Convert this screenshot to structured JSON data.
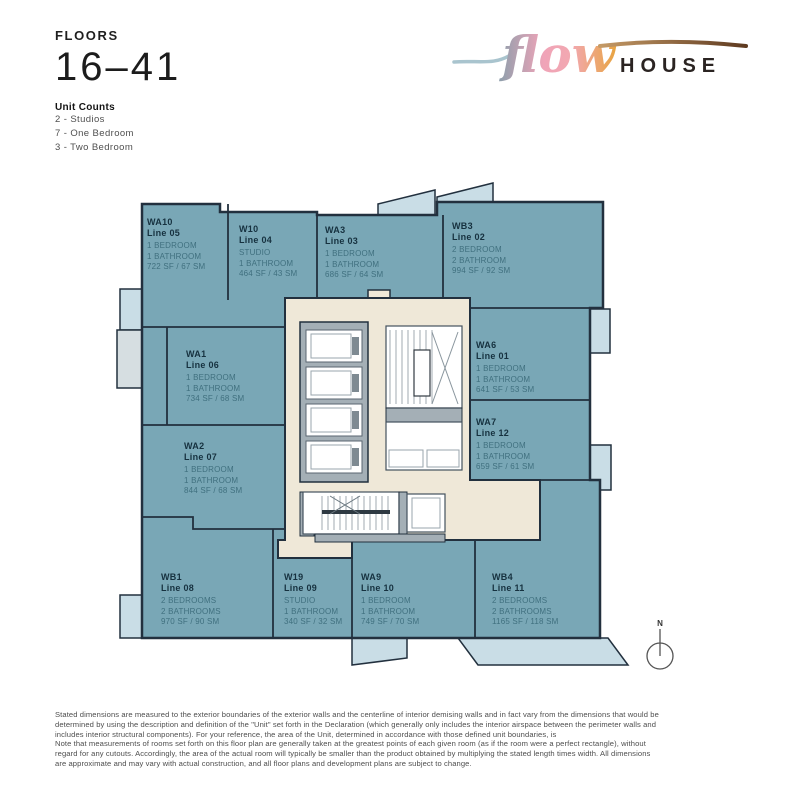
{
  "header": {
    "floors_label": "FLOORS",
    "floors_range": "16–41",
    "unit_counts_title": "Unit Counts",
    "unit_counts": [
      "2 - Studios",
      "7 - One Bedroom",
      "3 - Two Bedroom"
    ]
  },
  "logo": {
    "script": "flow",
    "word": "HOUSE"
  },
  "units": [
    {
      "id": "WA10",
      "line": "Line 05",
      "specs": [
        "1 BEDROOM",
        "1 BATHROOM",
        "722 SF / 67 SM"
      ]
    },
    {
      "id": "W10",
      "line": "Line 04",
      "specs": [
        "STUDIO",
        "1 BATHROOM",
        "464 SF / 43 SM"
      ]
    },
    {
      "id": "WA3",
      "line": "Line 03",
      "specs": [
        "1 BEDROOM",
        "1 BATHROOM",
        "686 SF / 64 SM"
      ]
    },
    {
      "id": "WB3",
      "line": "Line 02",
      "specs": [
        "2 BEDROOM",
        "2 BATHROOM",
        "994 SF / 92 SM"
      ]
    },
    {
      "id": "WA1",
      "line": "Line 06",
      "specs": [
        "1 BEDROOM",
        "1 BATHROOM",
        "734 SF / 68 SM"
      ]
    },
    {
      "id": "WA6",
      "line": "Line 01",
      "specs": [
        "1 BEDROOM",
        "1 BATHROOM",
        "641 SF / 53 SM"
      ]
    },
    {
      "id": "WA7",
      "line": "Line 12",
      "specs": [
        "1 BEDROOM",
        "1 BATHROOM",
        "659 SF / 61 SM"
      ]
    },
    {
      "id": "WA2",
      "line": "Line 07",
      "specs": [
        "1 BEDROOM",
        "1 BATHROOM",
        "844 SF / 68 SM"
      ]
    },
    {
      "id": "WB1",
      "line": "Line 08",
      "specs": [
        "2 BEDROOMS",
        "2 BATHROOMS",
        "970 SF / 90 SM"
      ]
    },
    {
      "id": "W19",
      "line": "Line 09",
      "specs": [
        "STUDIO",
        "1 BATHROOM",
        "340 SF / 32 SM"
      ]
    },
    {
      "id": "WA9",
      "line": "Line 10",
      "specs": [
        "1 BEDROOM",
        "1 BATHROOM",
        "749 SF / 70 SM"
      ]
    },
    {
      "id": "WB4",
      "line": "Line 11",
      "specs": [
        "2 BEDROOMS",
        "2 BATHROOMS",
        "1165 SF / 118 SM"
      ]
    }
  ],
  "compass": {
    "label": "N"
  },
  "disclaimer": [
    "Stated dimensions are measured to the exterior boundaries of the exterior walls and the centerline of interior demising walls and in fact vary from the dimensions that would be",
    "determined by using the description and definition of the \"Unit\" set forth in the Declaration (which generally only includes the interior airspace between the perimeter walls  and",
    "includes interior structural components).  For your reference, the area of the Unit, determined in accordance with those defined unit boundaries, is",
    "Note that measurements of rooms set forth on this floor plan are generally taken at the greatest points of each given room (as if the room were a perfect rectangle), without",
    "regard for any cutouts.  Accordingly, the area of the actual room will typically be smaller than the product obtained by multiplying the stated length times width.  All dimensions",
    "are approximate and may vary with actual construction, and all floor plans and development plans are subject to change."
  ],
  "colors": {
    "unit_fill": "#79a7b6",
    "balcony_fill": "#c9dde6",
    "core_fill": "#efe8d8",
    "outline": "#22303e",
    "logo_pink": "#f0a4b8",
    "logo_amber": "#eeab49",
    "logo_slate": "#8e9fac",
    "logo_brown": "#5e3a20"
  }
}
